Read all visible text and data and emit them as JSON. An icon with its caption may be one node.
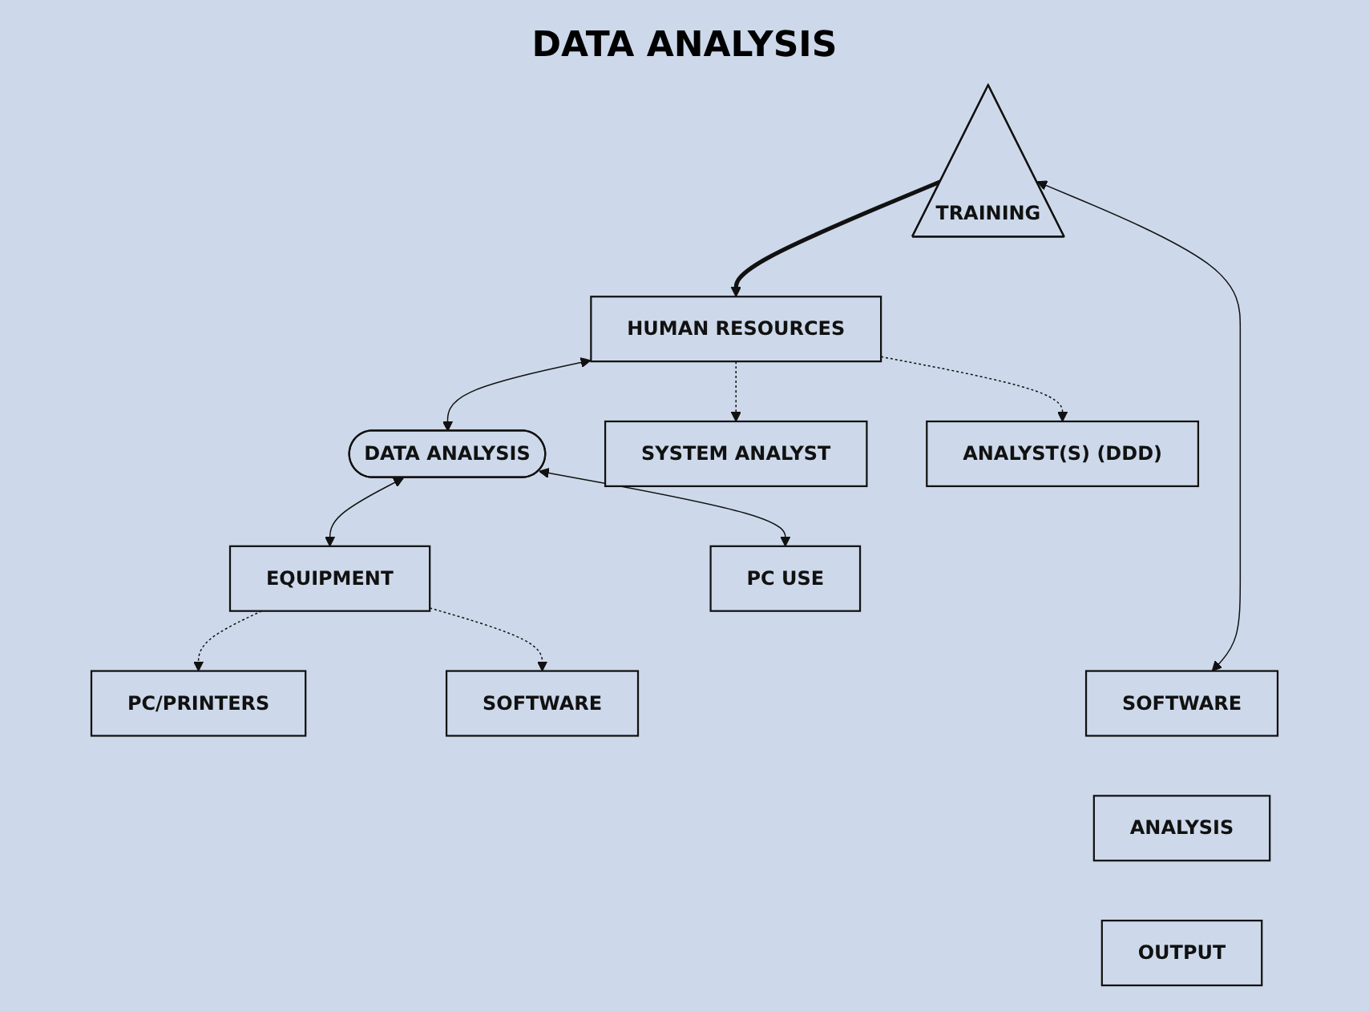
{
  "diagram": {
    "title": "DATA ANALYSIS",
    "nodes": [
      {
        "text": [
          "HUMAN RESOURCES"
        ]
      },
      {
        "text": [
          "DATA ANALYSIS"
        ]
      },
      {
        "text": [
          "EQUIPMENT"
        ]
      },
      {
        "text": [
          "SYSTEM ANALYST"
        ]
      },
      {
        "text": [
          "ANALYST(S) (DDD)"
        ]
      },
      {
        "text": [
          "PC/PRINTERS"
        ]
      },
      {
        "text": [
          "SOFTWARE"
        ]
      },
      {
        "text": [
          "TRAINING"
        ]
      },
      {
        "text": [
          "PC USE"
        ]
      },
      {
        "text": [
          "SOFTWARE"
        ]
      },
      {
        "text": [
          "ANALYSIS"
        ]
      },
      {
        "text": [
          "OUTPUT"
        ]
      }
    ],
    "edges": [
      {
        "from": 0,
        "to": 1,
        "arrow": "both"
      },
      {
        "from": 1,
        "to": 2,
        "arrow": "both"
      },
      {
        "from": 0,
        "to": 3,
        "arrow": "to",
        "style": "dashed"
      },
      {
        "from": 0,
        "to": 4,
        "arrow": "to",
        "style": "dashed"
      },
      {
        "from": 2,
        "to": 5,
        "arrow": "to",
        "style": "dashed"
      },
      {
        "from": 2,
        "to": 6,
        "arrow": "to",
        "style": "dashed"
      },
      {
        "from": 1,
        "to": 8,
        "arrow": "both"
      },
      {
        "from": 7,
        "to": 9,
        "arrow": "both"
      },
      {
        "from": 7,
        "to": 0,
        "arrow": "to",
        "style": "thick"
      }
    ]
  }
}
